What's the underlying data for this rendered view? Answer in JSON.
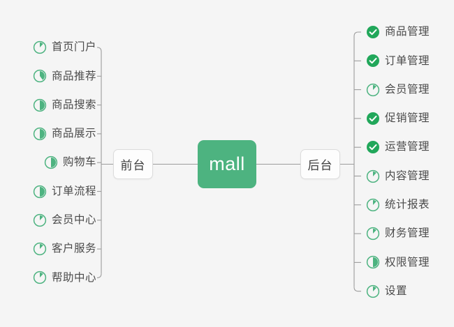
{
  "diagram": {
    "type": "mind-map",
    "background_color": "#f5f5f5",
    "accent_color": "#4db380",
    "check_color": "#21a75a",
    "ring_color": "#4db380",
    "connector_color": "#9c9c9c",
    "text_color": "#4a4a4a"
  },
  "root": {
    "label": "mall"
  },
  "branches": [
    {
      "id": "front",
      "label": "前台",
      "side": "left",
      "items": [
        {
          "label": "首页门户",
          "icon": "pie-progress-icon",
          "progress": 12
        },
        {
          "label": "商品推荐",
          "icon": "pie-progress-icon",
          "progress": 40
        },
        {
          "label": "商品搜索",
          "icon": "pie-progress-icon",
          "progress": 50
        },
        {
          "label": "商品展示",
          "icon": "pie-progress-icon",
          "progress": 50
        },
        {
          "label": "购物车",
          "icon": "pie-progress-icon",
          "progress": 50
        },
        {
          "label": "订单流程",
          "icon": "pie-progress-icon",
          "progress": 50
        },
        {
          "label": "会员中心",
          "icon": "pie-progress-icon",
          "progress": 12
        },
        {
          "label": "客户服务",
          "icon": "pie-progress-icon",
          "progress": 12
        },
        {
          "label": "帮助中心",
          "icon": "pie-progress-icon",
          "progress": 12
        }
      ]
    },
    {
      "id": "back",
      "label": "后台",
      "side": "right",
      "items": [
        {
          "label": "商品管理",
          "icon": "check-circle-icon",
          "progress": 100
        },
        {
          "label": "订单管理",
          "icon": "check-circle-icon",
          "progress": 100
        },
        {
          "label": "会员管理",
          "icon": "pie-progress-icon",
          "progress": 12
        },
        {
          "label": "促销管理",
          "icon": "check-circle-icon",
          "progress": 100
        },
        {
          "label": "运营管理",
          "icon": "check-circle-icon",
          "progress": 100
        },
        {
          "label": "内容管理",
          "icon": "pie-progress-icon",
          "progress": 12
        },
        {
          "label": "统计报表",
          "icon": "pie-progress-icon",
          "progress": 12
        },
        {
          "label": "财务管理",
          "icon": "pie-progress-icon",
          "progress": 12
        },
        {
          "label": "权限管理",
          "icon": "pie-progress-icon",
          "progress": 50
        },
        {
          "label": "设置",
          "icon": "pie-progress-icon",
          "progress": 12
        }
      ]
    }
  ]
}
